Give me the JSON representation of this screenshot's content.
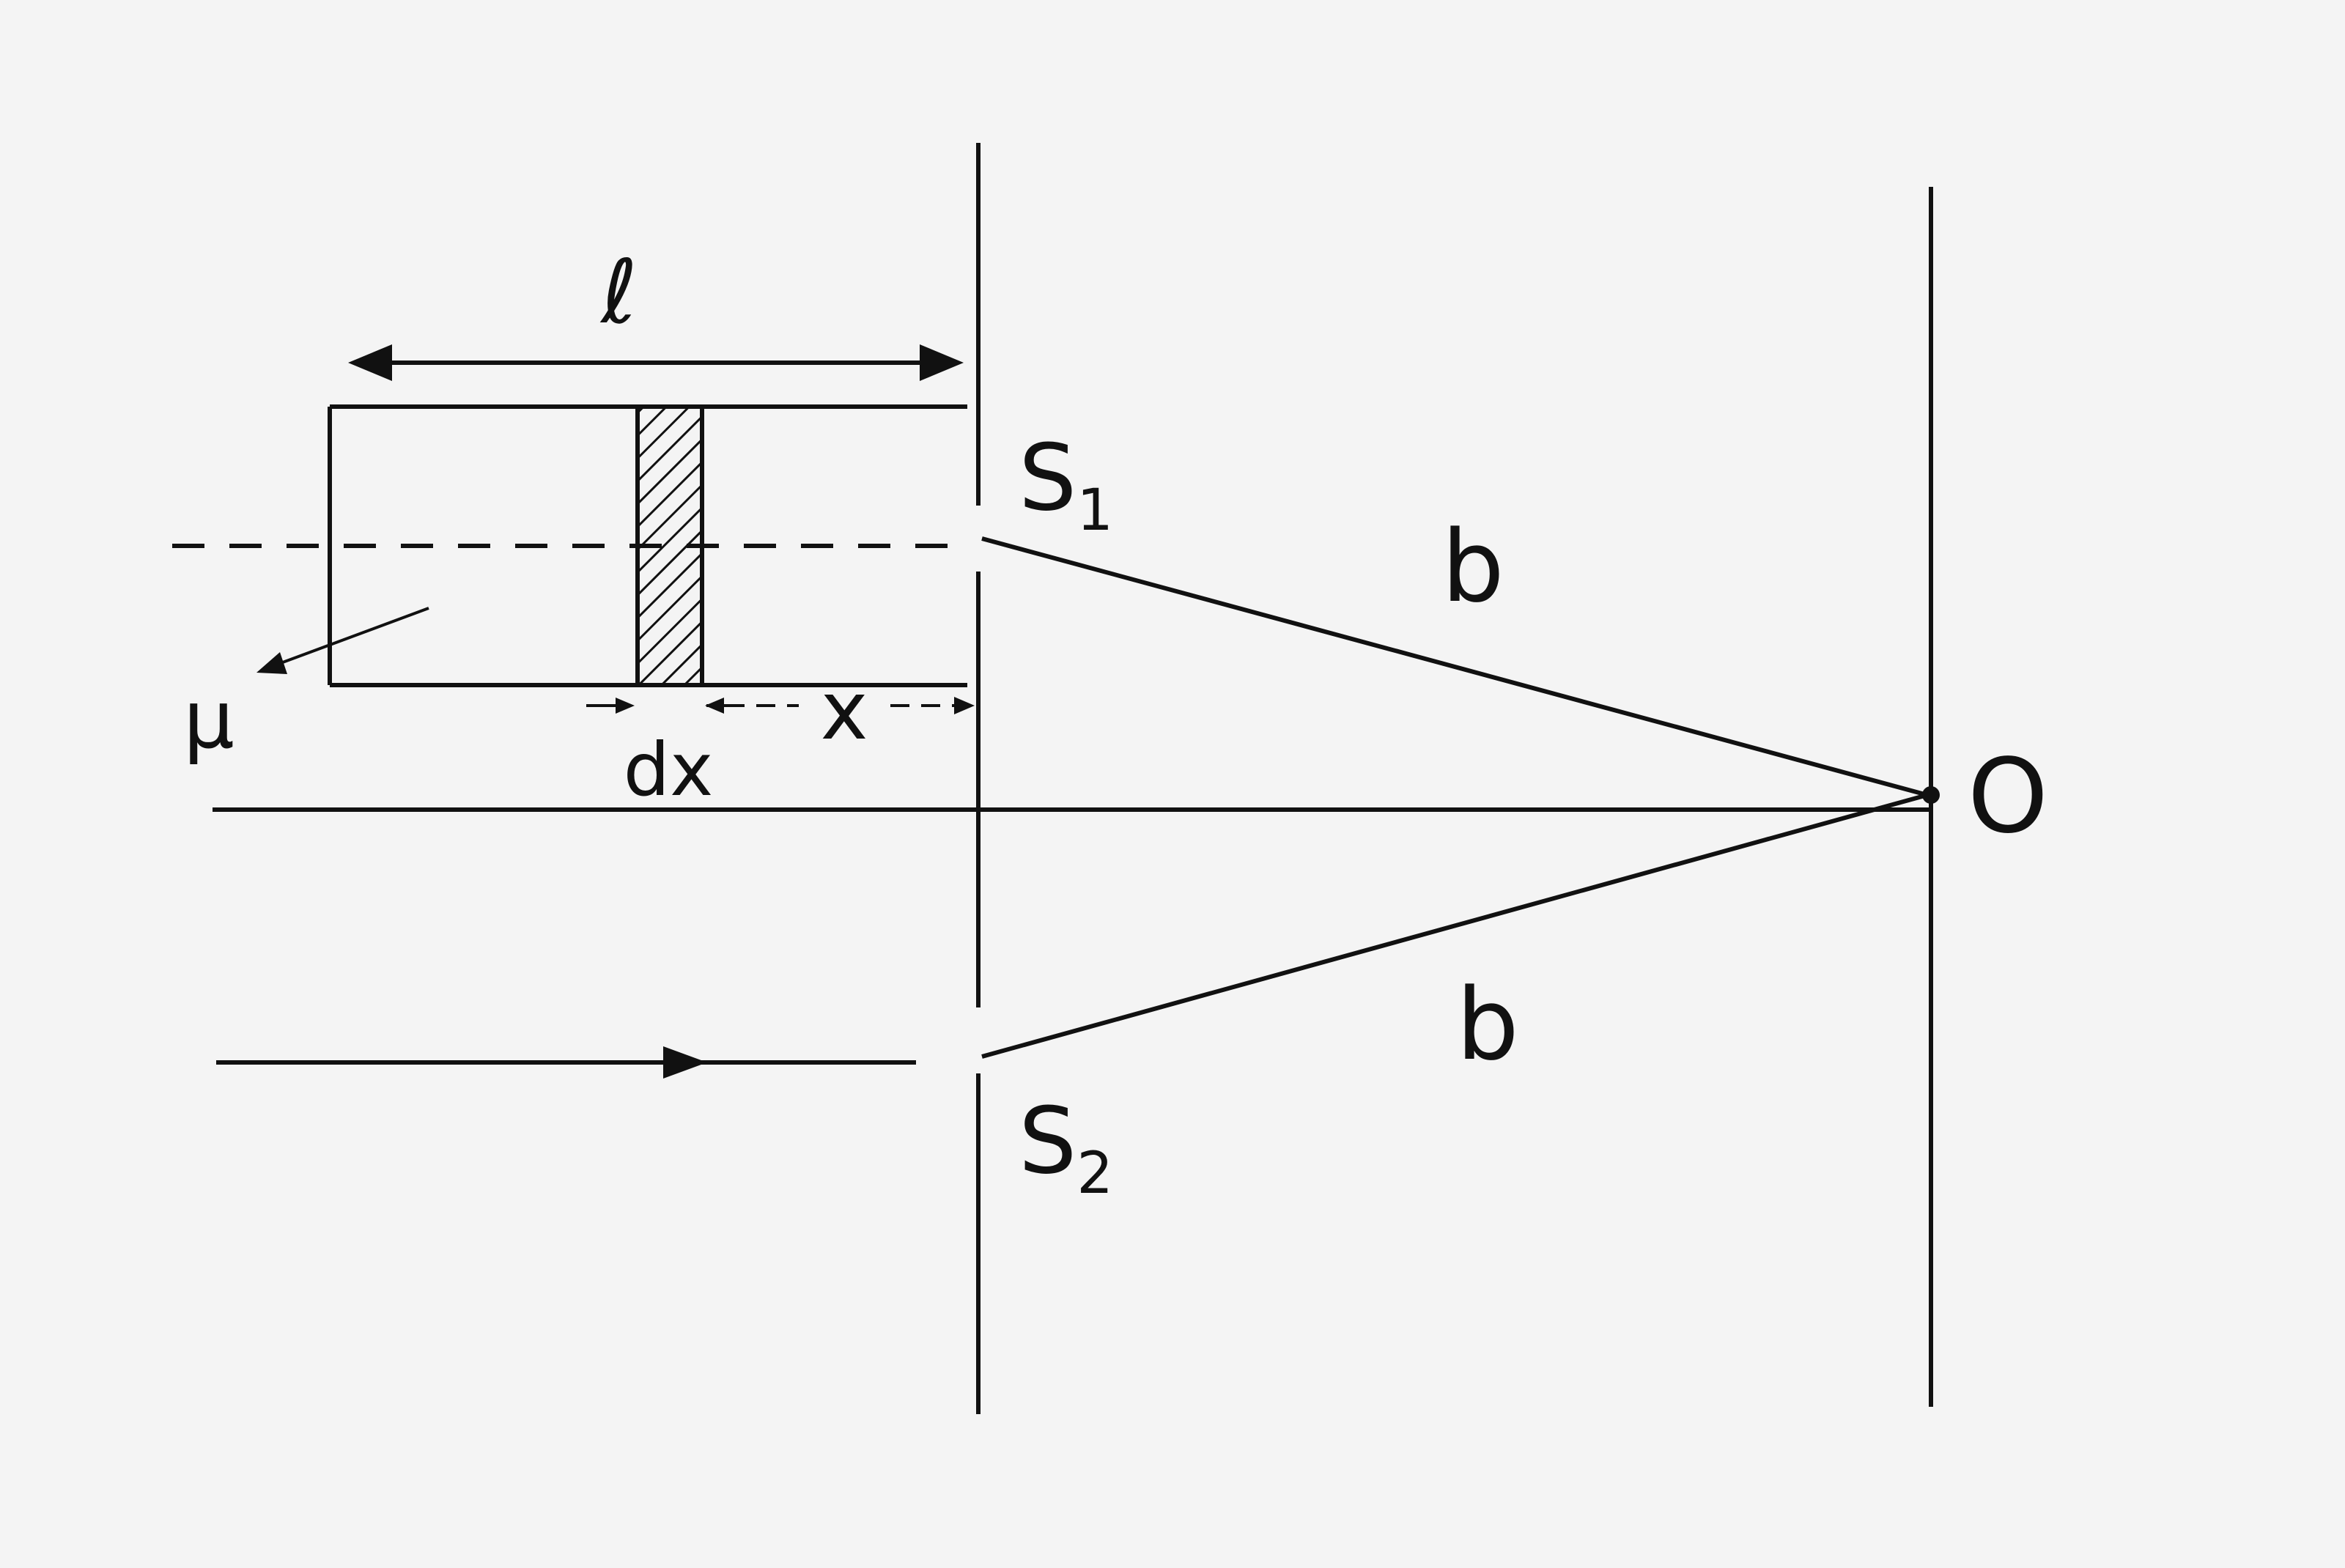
{
  "diagram": {
    "labels": {
      "length": "ℓ",
      "medium": "μ",
      "element_width": "dx",
      "element_position": "x",
      "slit_top_letter": "S",
      "slit_top_sub": "1",
      "slit_bottom_letter": "S",
      "slit_bottom_sub": "2",
      "path_top": "b",
      "path_bottom": "b",
      "screen_point": "O"
    },
    "colors": {
      "ink": "#111111",
      "background": "#f4f4f4"
    }
  }
}
